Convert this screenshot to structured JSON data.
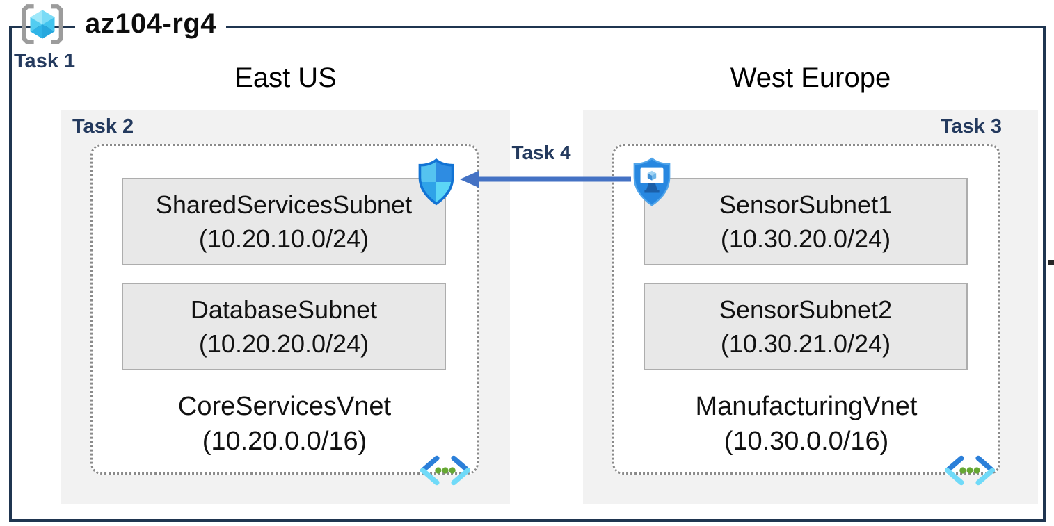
{
  "title": {
    "name": "az104-rg4",
    "task": "Task 1"
  },
  "regions": {
    "east": {
      "label": "East US",
      "task": "Task 2",
      "vnet": {
        "name": "CoreServicesVnet",
        "cidr": "(10.20.0.0/16)",
        "subnet1": {
          "name": "SharedServicesSubnet",
          "cidr": "(10.20.10.0/24)"
        },
        "subnet2": {
          "name": "DatabaseSubnet",
          "cidr": "(10.20.20.0/24)"
        }
      }
    },
    "west": {
      "label": "West Europe",
      "task": "Task 3",
      "vnet": {
        "name": "ManufacturingVnet",
        "cidr": "(10.30.0.0/16)",
        "subnet1": {
          "name": "SensorSubnet1",
          "cidr": "(10.30.20.0/24)"
        },
        "subnet2": {
          "name": "SensorSubnet2",
          "cidr": "(10.30.21.0/24)"
        }
      }
    }
  },
  "connection": {
    "task": "Task 4",
    "direction": "right-to-left"
  },
  "icons": {
    "resource_group": "resource-group-icon",
    "nsg": "network-security-group-shield-icon",
    "bastion": "bastion-shield-monitor-icon",
    "vnet": "virtual-network-icon"
  },
  "colors": {
    "frame_border": "#1F3550",
    "task_label": "#243A5E",
    "panel_bg": "#F2F2F2",
    "subnet_bg": "#E8E8E8",
    "subnet_border": "#ADADAD",
    "dotted_border": "#8A8A8A",
    "arrow": "#4472C4",
    "azure_blue": "#2E8CE2",
    "azure_cyan": "#5BD5F6",
    "vnet_dot_green": "#66A833"
  }
}
